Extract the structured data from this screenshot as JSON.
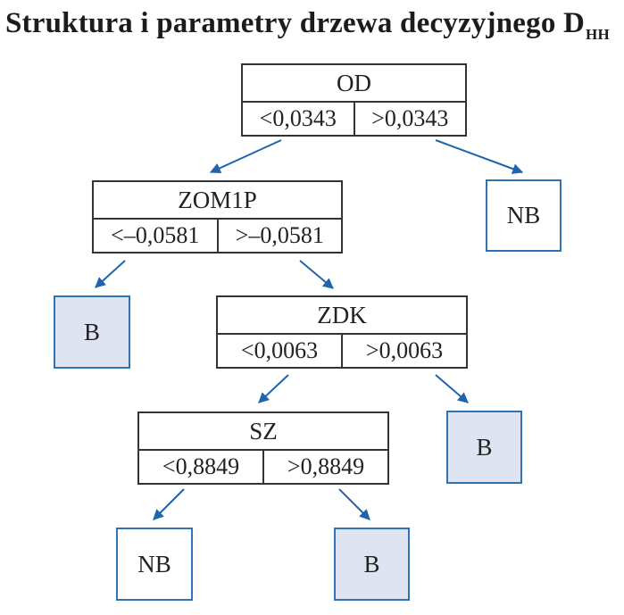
{
  "title": {
    "main": "Struktura i parametry drzewa decyzyjnego D",
    "subscript": "HH"
  },
  "nodes": {
    "od": {
      "name": "OD",
      "left": "<0,0343",
      "right": ">0,0343"
    },
    "zom1p": {
      "name": "ZOM1P",
      "left": "<–0,0581",
      "right": ">–0,0581"
    },
    "zdk": {
      "name": "ZDK",
      "left": "<0,0063",
      "right": ">0,0063"
    },
    "sz": {
      "name": "SZ",
      "left": "<0,8849",
      "right": ">0,8849"
    }
  },
  "leaves": {
    "od_right": "NB",
    "zom1p_left": "B",
    "zdk_right": "B",
    "sz_left": "NB",
    "sz_right": "B"
  },
  "colors": {
    "arrow": "#1f64ad",
    "leaf_border": "#2f73b5",
    "leaf_fill": "#dfe4f2",
    "node_border": "#333333"
  }
}
